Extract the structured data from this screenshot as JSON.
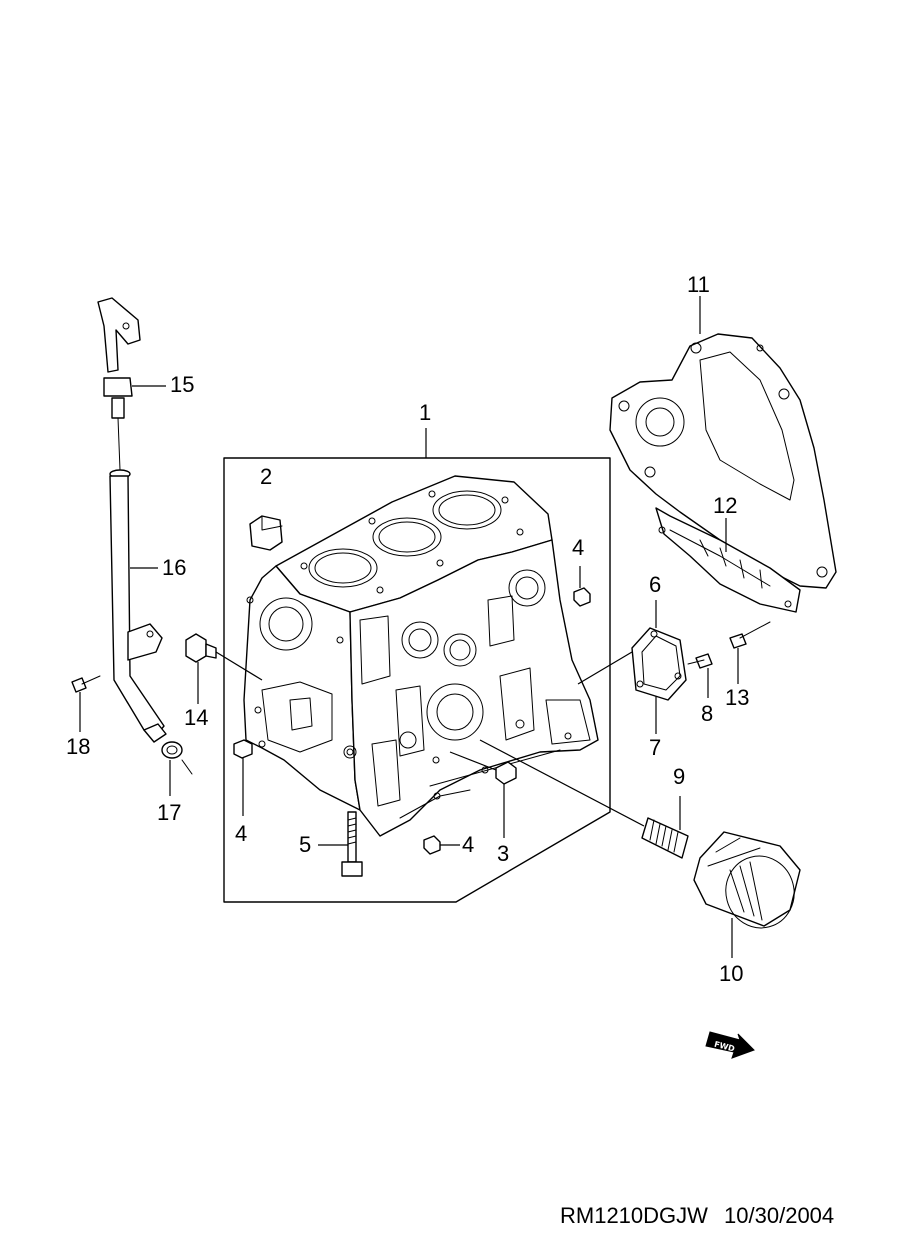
{
  "callouts": [
    {
      "id": "c1",
      "label": "1"
    },
    {
      "id": "c2",
      "label": "2"
    },
    {
      "id": "c3",
      "label": "3"
    },
    {
      "id": "c4a",
      "label": "4"
    },
    {
      "id": "c4b",
      "label": "4"
    },
    {
      "id": "c4c",
      "label": "4"
    },
    {
      "id": "c5",
      "label": "5"
    },
    {
      "id": "c6",
      "label": "6"
    },
    {
      "id": "c7",
      "label": "7"
    },
    {
      "id": "c8",
      "label": "8"
    },
    {
      "id": "c9",
      "label": "9"
    },
    {
      "id": "c10",
      "label": "10"
    },
    {
      "id": "c11",
      "label": "11"
    },
    {
      "id": "c12",
      "label": "12"
    },
    {
      "id": "c13",
      "label": "13"
    },
    {
      "id": "c14",
      "label": "14"
    },
    {
      "id": "c15",
      "label": "15"
    },
    {
      "id": "c16",
      "label": "16"
    },
    {
      "id": "c17",
      "label": "17"
    },
    {
      "id": "c18",
      "label": "18"
    }
  ],
  "footer": {
    "drawing_code": "RM1210DGJW",
    "date": "10/30/2004"
  },
  "forward_arrow": {
    "text": "FWD"
  }
}
